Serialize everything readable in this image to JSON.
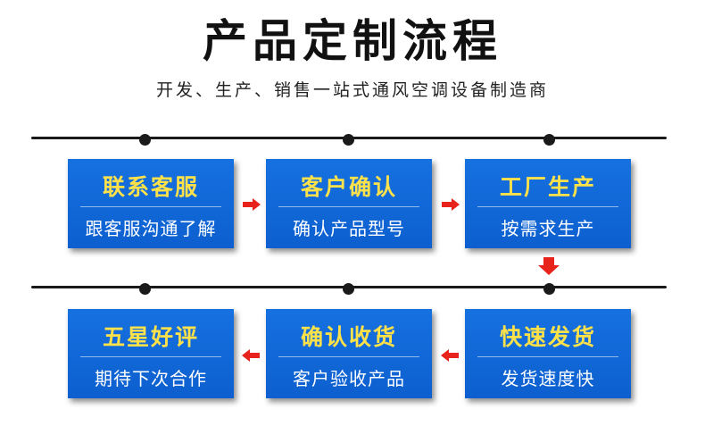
{
  "header": {
    "title": "产品定制流程",
    "subtitle": "开发、生产、销售一站式通风空调设备制造商"
  },
  "steps": [
    {
      "title": "联系客服",
      "desc": "跟客服沟通了解"
    },
    {
      "title": "客户确认",
      "desc": "确认产品型号"
    },
    {
      "title": "工厂生产",
      "desc": "按需求生产"
    },
    {
      "title": "快速发货",
      "desc": "发货速度快"
    },
    {
      "title": "确认收货",
      "desc": "客户验收产品"
    },
    {
      "title": "五星好评",
      "desc": "期待下次合作"
    }
  ],
  "colors": {
    "box": "#1166d9",
    "title_text": "#ffe14a",
    "arrow": "#e8231c",
    "line": "#1a1a1a"
  }
}
